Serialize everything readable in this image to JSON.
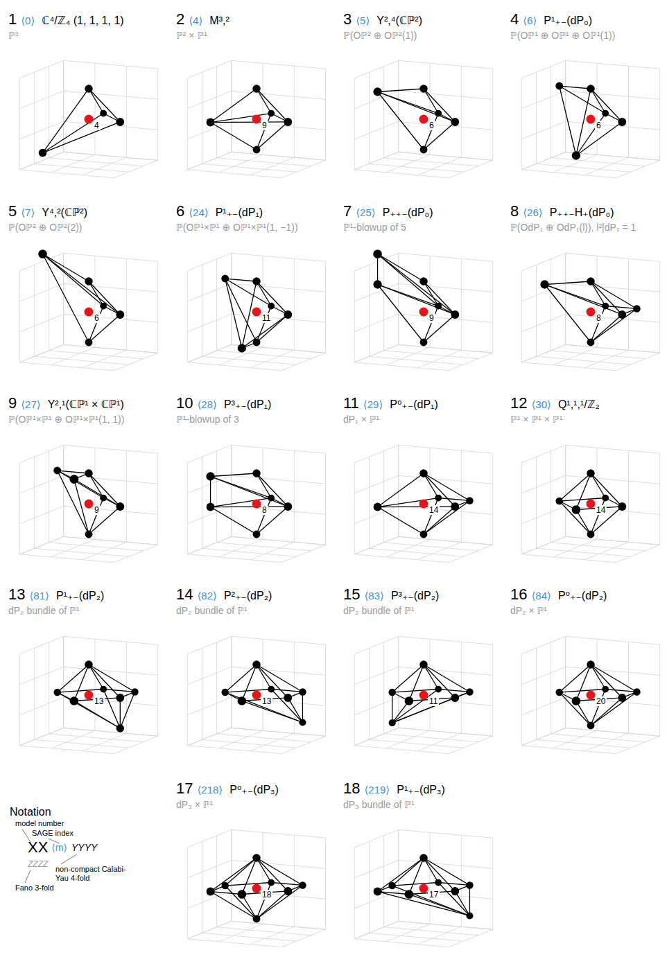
{
  "diagram": {
    "labels": [
      "1",
      "⟨0⟩",
      "ℂ⁴/ℤ₄ (1, 1, 1, 1)",
      "ℙ³",
      "4",
      "2",
      "⟨4⟩",
      "M³,²",
      "ℙ² × ℙ¹",
      "9",
      "3",
      "⟨5⟩",
      "Y²,⁴(ℂℙ²)",
      "ℙ(Oℙ² ⊕ Oℙ²(1))",
      "6",
      "4",
      "⟨6⟩",
      "P¹₊₋(dP₀)",
      "ℙ(Oℙ¹ ⊕ Oℙ¹ ⊕ Oℙ¹(1))",
      "6",
      "5",
      "⟨7⟩",
      "Y⁴,²(ℂℙ²)",
      "ℙ(Oℙ² ⊕ Oℙ²(2))",
      "6",
      "6",
      "⟨24⟩",
      "P¹₊₋(dP₁)",
      "ℙ(Oℙ¹×ℙ¹ ⊕ Oℙ¹×ℙ¹(1, −1))",
      "11",
      "7",
      "⟨25⟩",
      "P₊₊₋(dP₀)",
      "ℙ¹-blowup of 5",
      "9",
      "8",
      "⟨26⟩",
      "P₊₊₋H₊(dP₀)",
      "ℙ(OdP₁ ⊕ OdP₁(l)), l²|dP₁ = 1",
      "8",
      "9",
      "⟨27⟩",
      "Y²,¹(ℂℙ¹ × ℂℙ¹)",
      "ℙ(Oℙ¹×ℙ¹ ⊕ Oℙ¹×ℙ¹(1, 1))",
      "9",
      "10",
      "⟨28⟩",
      "P³₊₋(dP₁)",
      "ℙ¹-blowup of 3",
      "8",
      "11",
      "⟨29⟩",
      "P⁰₊₋(dP₁)",
      "dP₁ × ℙ¹",
      "14",
      "12",
      "⟨30⟩",
      "Q¹,¹,¹/ℤ₂",
      "ℙ¹ × ℙ¹ × ℙ¹",
      "14",
      "13",
      "⟨81⟩",
      "P¹₊₋(dP₂)",
      "dP₂ bundle of ℙ¹",
      "13",
      "14",
      "⟨82⟩",
      "P²₊₋(dP₂)",
      "dP₂ bundle of ℙ¹",
      "13",
      "15",
      "⟨83⟩",
      "P³₊₋(dP₂)",
      "dP₂ bundle of ℙ¹",
      "11",
      "16",
      "⟨84⟩",
      "P⁰₊₋(dP₂)",
      "dP₂ × ℙ¹",
      "20",
      "17",
      "⟨218⟩",
      "P⁰₊₋(dP₃)",
      "dP₃ × ℙ¹",
      "18",
      "18",
      "⟨219⟩",
      "P¹₊₋(dP₃)",
      "dP₃ bundle of ℙ¹",
      "17",
      "Notation",
      "model number",
      "SAGE index",
      "XX",
      "⟨m⟩",
      "YYYY",
      "ZZZZ",
      "non-compact Calabi-Yau 4-fold",
      "Fano 3-fold"
    ]
  }
}
